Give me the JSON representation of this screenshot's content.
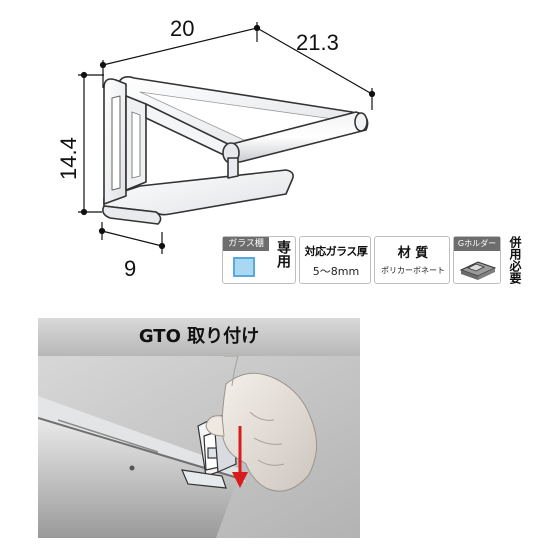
{
  "dimensions": {
    "width": "20",
    "depth": "21.3",
    "height": "14.4",
    "base": "9"
  },
  "badges": {
    "glass_shelf": {
      "tab": "ガラス棚",
      "label": "専用"
    },
    "glass_thickness": {
      "label": "対応ガラス厚",
      "value": "5～8mm"
    },
    "material": {
      "label": "材 質",
      "value": "ポリカーボネート"
    },
    "g_holder": {
      "tab": "Gホルダー",
      "label": "併用必要"
    }
  },
  "section": {
    "title": "GTO 取り付け"
  },
  "colors": {
    "header_gray": "#c8c8c8",
    "badge_tab": "#6d6d6d",
    "arrow_red": "#d81c1c",
    "glass_blue": "#a9d8f2"
  }
}
